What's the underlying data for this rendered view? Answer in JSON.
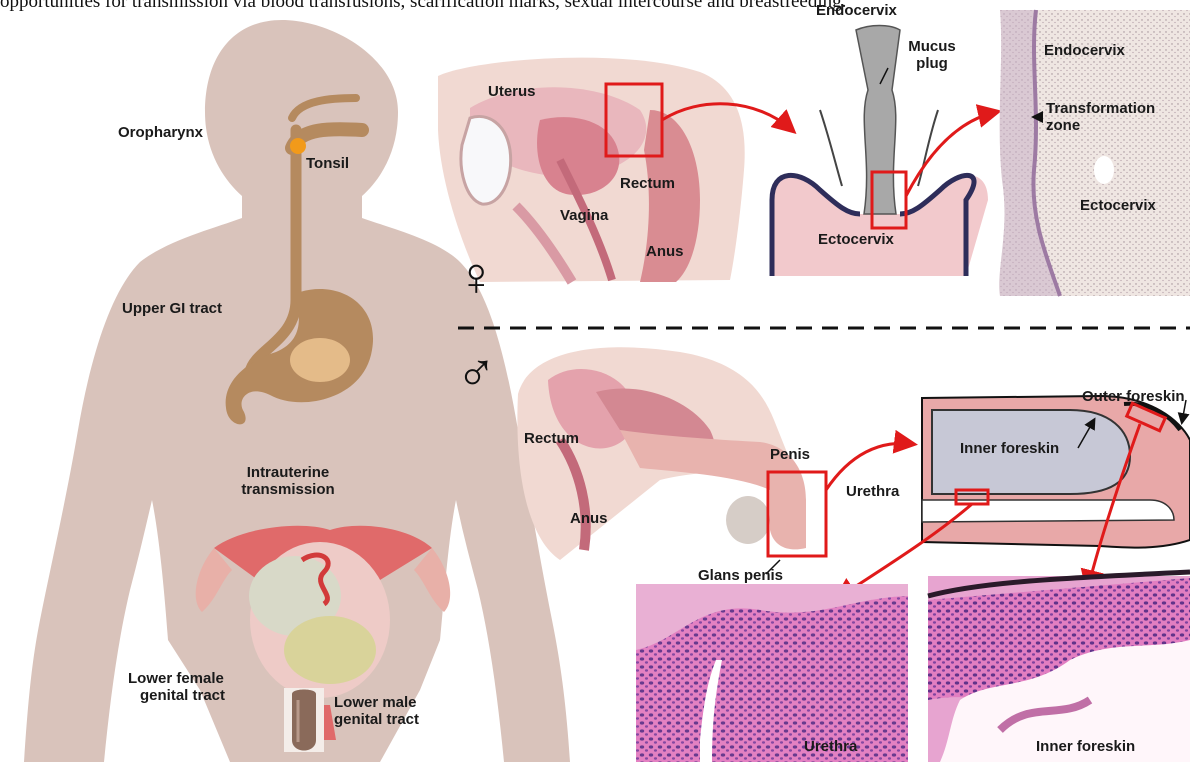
{
  "caption": "opportunities for transmission via blood transfusions, scarification marks, sexual intercourse and breastfeeding.",
  "body_labels": {
    "oropharynx": "Oropharynx",
    "tonsil": "Tonsil",
    "upper_gi": "Upper GI tract",
    "intrauterine_1": "Intrauterine",
    "intrauterine_2": "transmission",
    "lower_female_1": "Lower female",
    "lower_female_2": "genital tract",
    "lower_male_1": "Lower male",
    "lower_male_2": "genital tract"
  },
  "female": {
    "symbol": "♀",
    "uterus": "Uterus",
    "rectum": "Rectum",
    "vagina": "Vagina",
    "anus": "Anus",
    "endocervix": "Endocervix",
    "mucus_1": "Mucus",
    "mucus_2": "plug",
    "ectocervix": "Ectocervix",
    "hist_endocervix": "Endocervix",
    "hist_tz_1": "Transformation",
    "hist_tz_2": "zone",
    "hist_ectocervix": "Ectocervix"
  },
  "male": {
    "symbol": "♂",
    "rectum": "Rectum",
    "anus": "Anus",
    "penis": "Penis",
    "glans": "Glans penis",
    "outer_foreskin": "Outer foreskin",
    "inner_foreskin": "Inner foreskin",
    "urethra": "Urethra",
    "hist_urethra": "Urethra",
    "hist_inner_foreskin": "Inner foreskin"
  },
  "colors": {
    "silhouette": "#d9c3bb",
    "gi_tract": "#b58a5f",
    "tonsil": "#f29a1a",
    "callout": "#e01a1a",
    "tissue_pink": "#e6a6b0",
    "histology_pink": "#d86cb3",
    "histology_nuclei": "#6a3a8c"
  }
}
